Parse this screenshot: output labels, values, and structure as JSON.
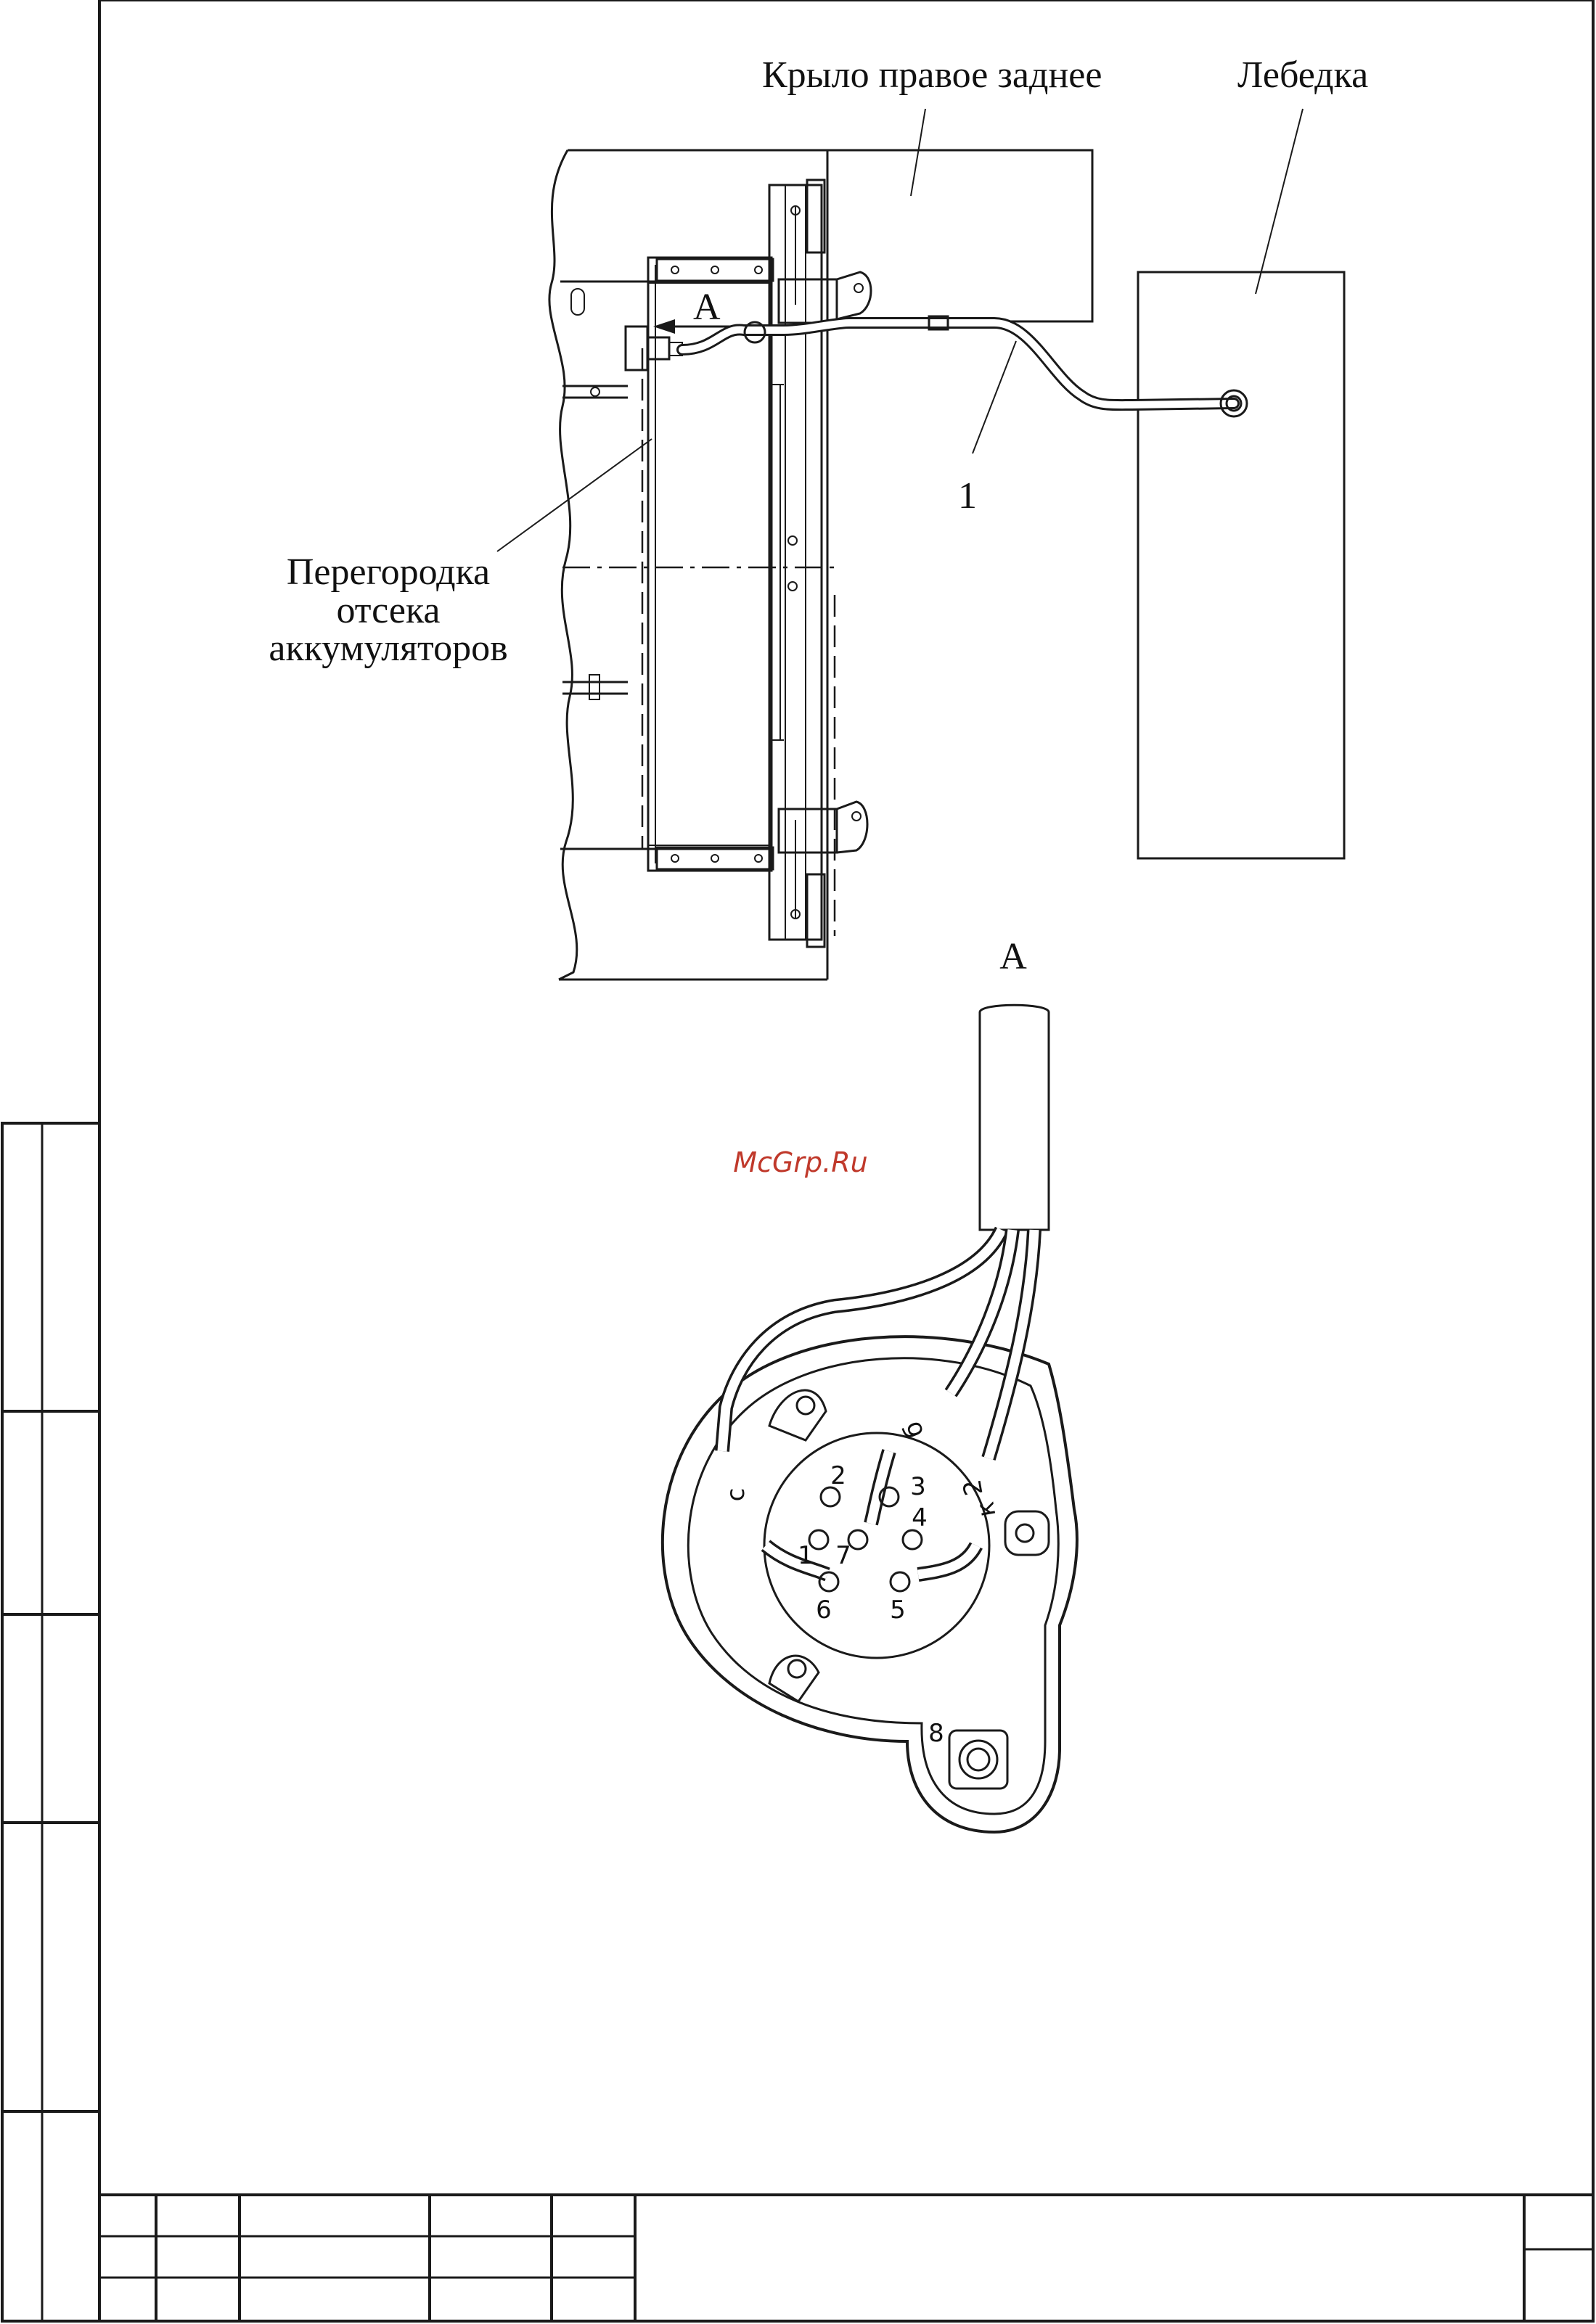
{
  "labels": {
    "rear_right_fender": "Крыло правое заднее",
    "winch": "Лебедка",
    "partition_line1": "Перегородка",
    "partition_line2": "отсека",
    "partition_line3": "аккумуляторов",
    "callout_1": "1",
    "view_marker": "А",
    "view_title": "А"
  },
  "watermark": "McGrp.Ru",
  "connector": {
    "pins": [
      "1",
      "2",
      "3",
      "4",
      "5",
      "6",
      "7",
      "8"
    ],
    "wire_marks": [
      "с",
      "б",
      "к",
      "2"
    ]
  },
  "colors": {
    "line": "#1a1a1a",
    "watermark": "#c0392b",
    "background": "#ffffff"
  }
}
